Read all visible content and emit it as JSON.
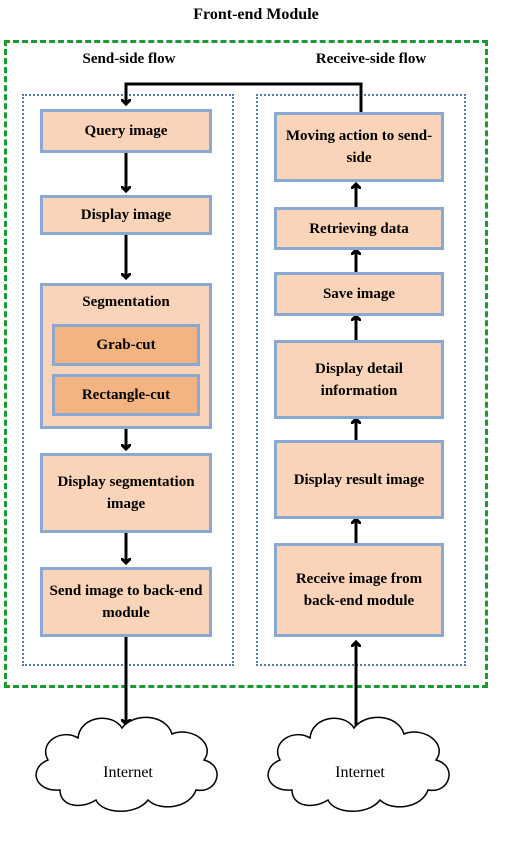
{
  "title": "Front-end Module",
  "send_side": {
    "heading": "Send-side flow",
    "steps": [
      "Query image",
      "Display image"
    ],
    "segmentation": {
      "label": "Segmentation",
      "methods": [
        "Grab-cut",
        "Rectangle-cut"
      ]
    },
    "display_segmentation": "Display segmentation image",
    "send_image": "Send image to back-end module"
  },
  "receive_side": {
    "heading": "Receive-side flow",
    "steps": [
      "Moving action to send-side",
      "Retrieving data",
      "Save image",
      "Display detail information",
      "Display result image",
      "Receive image from back-end module"
    ]
  },
  "clouds": [
    "Internet",
    "Internet"
  ],
  "colors": {
    "module_border": "#1a9a32",
    "column_border": "#5a78a8",
    "box_fill": "#fad4b8",
    "box_border": "#8aa9d2",
    "sub_box_fill": "#f4b482"
  }
}
